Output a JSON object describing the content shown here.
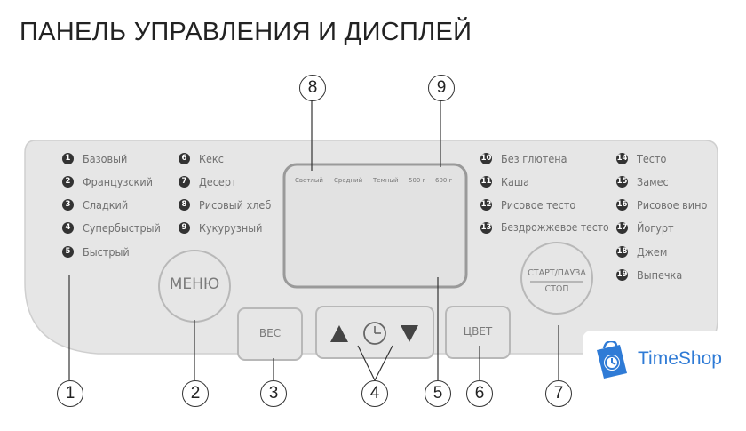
{
  "title": "ПАНЕЛЬ УПРАВЛЕНИЯ И ДИСПЛЕЙ",
  "programs_col1": [
    {
      "num": "1",
      "label": "Базовый"
    },
    {
      "num": "2",
      "label": "Французский"
    },
    {
      "num": "3",
      "label": "Сладкий"
    },
    {
      "num": "4",
      "label": "Супербыстрый"
    },
    {
      "num": "5",
      "label": "Быстрый"
    }
  ],
  "programs_col2": [
    {
      "num": "6",
      "label": "Кекс"
    },
    {
      "num": "7",
      "label": "Десерт"
    },
    {
      "num": "8",
      "label": "Рисовый хлеб"
    },
    {
      "num": "9",
      "label": "Кукурузный"
    }
  ],
  "programs_col3": [
    {
      "num": "10",
      "label": "Без глютена"
    },
    {
      "num": "11",
      "label": "Каша"
    },
    {
      "num": "12",
      "label": "Рисовое тесто"
    },
    {
      "num": "13",
      "label": "Бездрожжевое тесто"
    }
  ],
  "programs_col4": [
    {
      "num": "14",
      "label": "Тесто"
    },
    {
      "num": "15",
      "label": "Замес"
    },
    {
      "num": "16",
      "label": "Рисовое вино"
    },
    {
      "num": "17",
      "label": "Йогурт"
    },
    {
      "num": "18",
      "label": "Джем"
    },
    {
      "num": "19",
      "label": "Выпечка"
    }
  ],
  "display_labels": [
    "Светлый",
    "Средний",
    "Темный",
    "500 г",
    "600 г"
  ],
  "buttons": {
    "menu": "МЕНЮ",
    "weight": "ВЕС",
    "color": "ЦВЕТ",
    "start_top": "СТАРТ/ПАУЗА",
    "start_bottom": "СТОП"
  },
  "callouts": [
    "1",
    "2",
    "3",
    "4",
    "5",
    "6",
    "7",
    "8",
    "9"
  ],
  "logo": {
    "text": "TimeShop"
  },
  "colors": {
    "panel": "#e6e6e6",
    "panel_border": "#c9c9c9",
    "logo": "#2f7bd6"
  }
}
